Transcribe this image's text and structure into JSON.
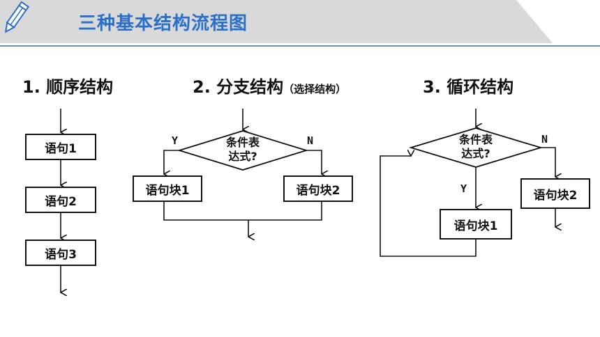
{
  "header": {
    "title": "三种基本结构流程图",
    "accent": "#2a6fc9",
    "icon": "pencil-icon"
  },
  "sequence": {
    "heading": "1. 顺序结构",
    "statements": [
      "语句1",
      "语句2",
      "语句3"
    ]
  },
  "branch": {
    "heading": "2. 分支结构",
    "heading_note": "（选择结构）",
    "condition_line1": "条件表",
    "condition_line2": "达式?",
    "yes": "Y",
    "no": "N",
    "block1": "语句块1",
    "block2": "语句块2"
  },
  "loop": {
    "heading": "3. 循环结构",
    "condition_line1": "条件表",
    "condition_line2": "达式?",
    "yes": "Y",
    "no": "N",
    "block1": "语句块1",
    "block2": "语句块2"
  }
}
